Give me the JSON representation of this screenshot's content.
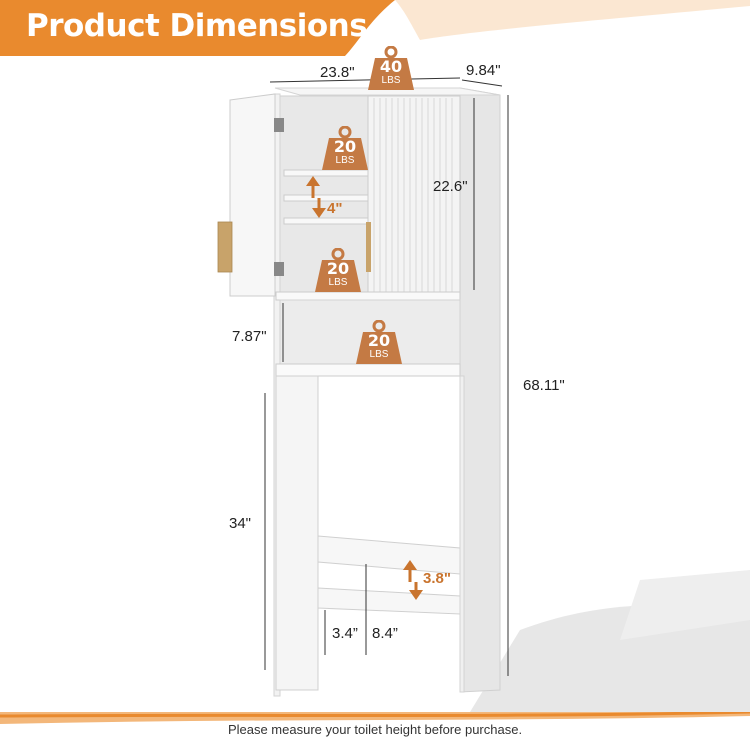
{
  "header": {
    "title": "Product Dimensions"
  },
  "footer": {
    "note": "Please measure your toilet height before purchase."
  },
  "weights": {
    "top": {
      "value": "40",
      "unit": "LBS"
    },
    "shelf_upper": {
      "value": "20",
      "unit": "LBS"
    },
    "shelf_lower": {
      "value": "20",
      "unit": "LBS"
    },
    "open_shelf": {
      "value": "20",
      "unit": "LBS"
    }
  },
  "dimensions": {
    "width": "23.8\"",
    "depth": "9.84\"",
    "cabinet_height": "22.6\"",
    "shelf_adjust": "4\"",
    "open_shelf_height": "7.87\"",
    "total_height": "68.11\"",
    "leg_clearance": "34\"",
    "bar_adjust": "3.8\"",
    "lower_bar_height": "3.4”",
    "upper_bar_height": "8.4”"
  },
  "colors": {
    "accent": "#e98a2e",
    "weight_icon": "#c47a44",
    "cabinet": "#f4f4f4",
    "handle": "#c8a36a"
  }
}
